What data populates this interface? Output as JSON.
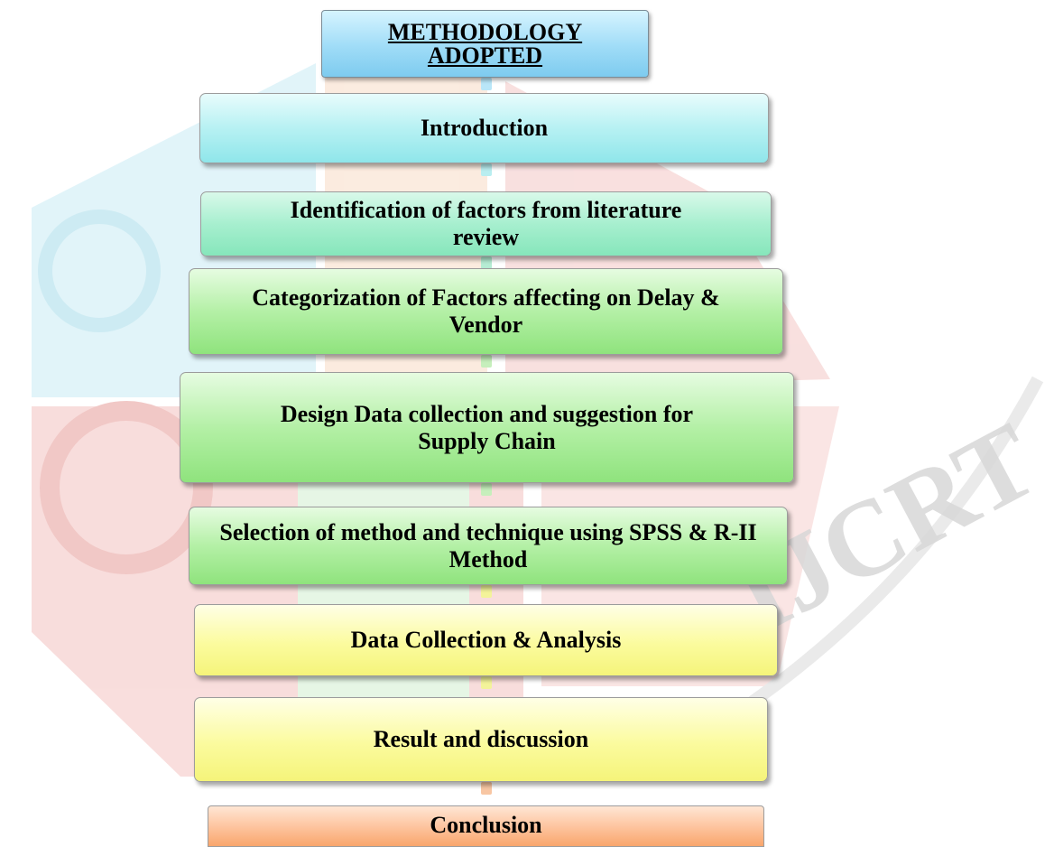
{
  "watermark": {
    "text": "IJCRT"
  },
  "flowchart": {
    "title": "METHODOLOGY ADOPTED",
    "steps": {
      "introduction": "Introduction",
      "identification": "Identification of factors from literature review",
      "categorization": "Categorization of Factors affecting on Delay & Vendor",
      "design": "Design Data collection and suggestion for Supply Chain",
      "selection": "Selection of method and technique using SPSS & R-II Method",
      "data_collection": "Data Collection & Analysis",
      "result": "Result and discussion",
      "conclusion": "Conclusion"
    }
  },
  "colors": {
    "title_fill": "#9fdcf7",
    "cyan_fill": "#b7f1f3",
    "green_fill": "#b4f0a6",
    "yellow_fill": "#fbfb9e",
    "orange_fill": "#fdc29b",
    "watermark_red": "#f0a3a0",
    "watermark_orange": "#f6c9a4",
    "watermark_blue": "#a9e0ee"
  }
}
